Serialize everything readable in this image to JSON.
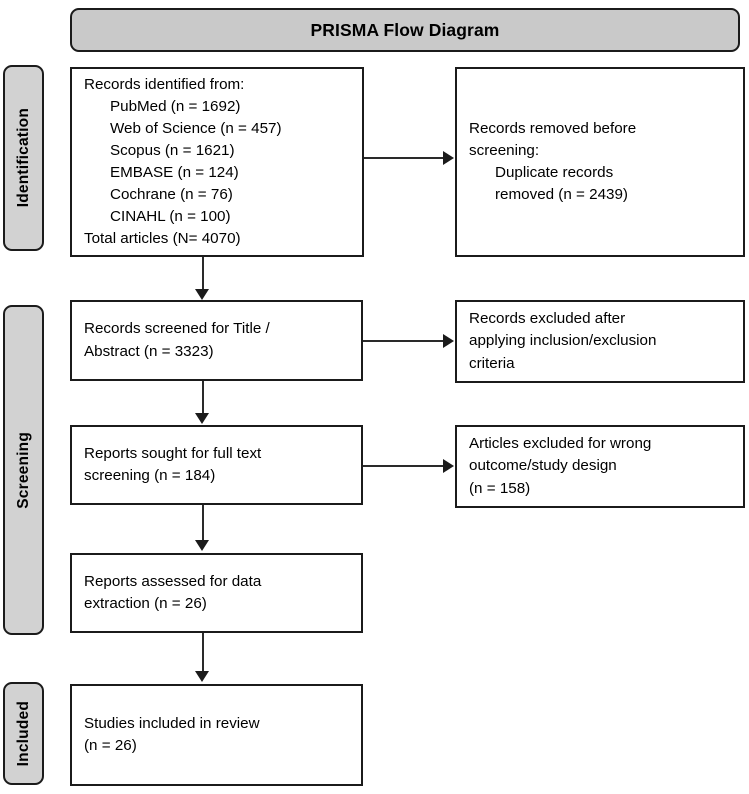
{
  "title": "PRISMA Flow Diagram",
  "stages": [
    {
      "id": "identification",
      "label": "Identification"
    },
    {
      "id": "screening",
      "label": "Screening"
    },
    {
      "id": "included",
      "label": "Included"
    }
  ],
  "boxes": {
    "identified": {
      "lines": [
        "Records identified from:",
        "PubMed (n = 1692)",
        "Web of Science (n = 457)",
        "Scopus (n = 1621)",
        "EMBASE (n = 124)",
        "Cochrane (n = 76)",
        "CINAHL (n = 100)",
        "Total articles (N= 4070)"
      ]
    },
    "removed": {
      "lines": [
        "Records removed before",
        "screening:",
        "Duplicate records",
        "removed (n = 2439)"
      ]
    },
    "screened": {
      "lines": [
        "Records screened for Title /",
        "Abstract (n = 3323)"
      ]
    },
    "excluded_screening": {
      "lines": [
        "Records excluded after",
        "applying inclusion/exclusion",
        "criteria"
      ]
    },
    "fulltext": {
      "lines": [
        "Reports sought for full text",
        "screening (n = 184)"
      ]
    },
    "excluded_fulltext": {
      "lines": [
        "Articles excluded for wrong",
        "outcome/study design",
        "(n = 158)"
      ]
    },
    "assessed": {
      "lines": [
        "Reports assessed for data",
        "extraction (n = 26)"
      ]
    },
    "included": {
      "lines": [
        "Studies included in review",
        "(n = 26)"
      ]
    }
  },
  "counts": {
    "pubmed": 1692,
    "web_of_science": 457,
    "scopus": 1621,
    "embase": 124,
    "cochrane": 76,
    "cinahl": 100,
    "total_articles": 4070,
    "duplicates_removed": 2439,
    "screened": 3323,
    "full_text_sought": 184,
    "excluded_wrong_outcome": 158,
    "assessed_for_extraction": 26,
    "included_in_review": 26
  },
  "colors": {
    "stage_bar_fill": "#d2d2d2",
    "title_bar_fill": "#c9c9c9",
    "border": "#1b1b1b",
    "box_fill": "#ffffff",
    "connector": "#2a2a2a"
  }
}
